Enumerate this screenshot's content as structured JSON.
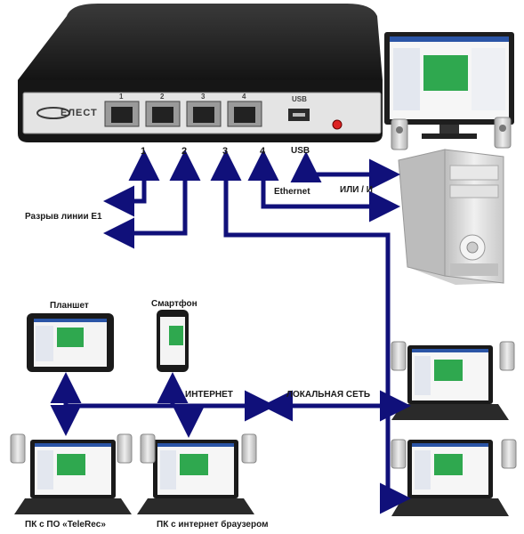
{
  "router": {
    "brand_logo": "ЕЛЕСТ",
    "ports": [
      "1",
      "2",
      "3",
      "4"
    ],
    "usb_label": "USB"
  },
  "diagram_labels": {
    "port_1": "1",
    "port_2": "2",
    "port_3": "3",
    "port_4": "4",
    "usb": "USB",
    "ethernet": "Ethernet",
    "or_and": "ИЛИ / И",
    "e1_break": "Разрыв линии E1",
    "internet": "ИНТЕРНЕТ",
    "local_network": "ЛОКАЛЬНАЯ СЕТЬ",
    "tablet": "Планшет",
    "smartphone": "Смартфон",
    "pc_telerec": "ПК с ПО «TeleRec»",
    "pc_browser": "ПК с интернет браузером"
  },
  "colors": {
    "arrow": "#10107a",
    "router_body": "#1f1f1f",
    "screen_green": "#2fa84f",
    "pc_case": "#dcdcdc"
  }
}
